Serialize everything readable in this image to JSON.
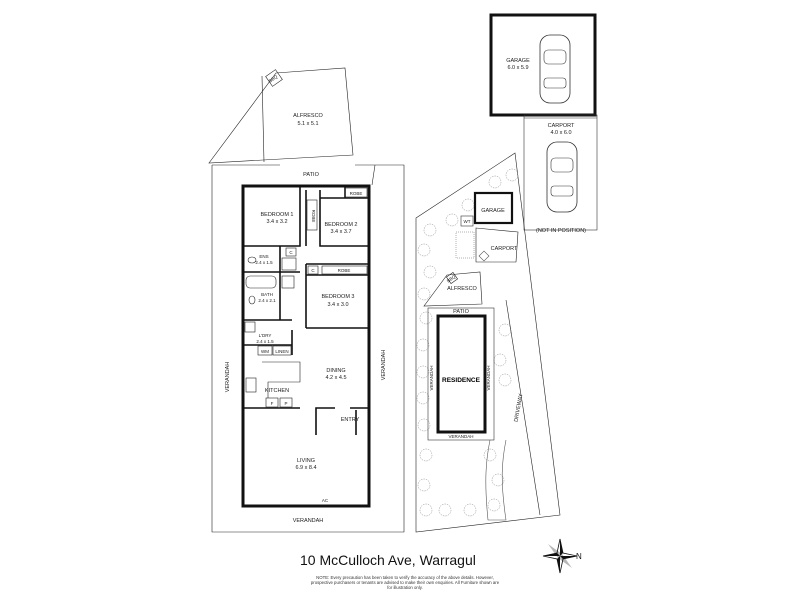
{
  "rooms": {
    "alfresco": {
      "name": "ALFRESCO",
      "size": "5.1 x 5.1"
    },
    "bbq": "BBQ",
    "patio": "PATIO",
    "robe": "ROBE",
    "bedroom1": {
      "name": "BEDROOM 1",
      "size": "3.4 x 3.2"
    },
    "bedroom2": {
      "name": "BEDROOM 2",
      "size": "3.4 x 3.7"
    },
    "ens": {
      "name": "ENS",
      "size": "2.4 x 1.5"
    },
    "c": "C",
    "bath": {
      "name": "BATH",
      "size": "2.4 x 2.1"
    },
    "bedroom3": {
      "name": "BEDROOM 3",
      "size": "3.4 x 3.0"
    },
    "ldry": {
      "name": "L'DRY",
      "size": "2.4 x 1.5"
    },
    "wm": "WM",
    "linen": "LINEN",
    "dining": {
      "name": "DINING",
      "size": "4.2 x 4.5"
    },
    "kitchen": "KITCHEN",
    "fridge": "F",
    "pantry": "P",
    "entry": "ENTRY",
    "living": {
      "name": "LIVING",
      "size": "6.9 x 8.4"
    },
    "ac": "AC",
    "verandah": "VERANDAH"
  },
  "outbuildings": {
    "garage": {
      "name": "GARAGE",
      "size": "6.0 x 5.9"
    },
    "carport": {
      "name": "CARPORT",
      "size": "4.0 x 6.0"
    },
    "not_in_position": "(NOT IN POSITION)"
  },
  "siteplan": {
    "garage": "GARAGE",
    "wt": "WT",
    "carport": "CARPORT",
    "bbq": "BBQ",
    "alfresco": "ALFRESCO",
    "patio": "PATIO",
    "residence": "RESIDENCE",
    "verandah": "VERANDAH",
    "driveway": "DRIVEWAY"
  },
  "footer": {
    "address": "10 McCulloch Ave, Warragul",
    "note": "NOTE: Every precaution has been taken to verify the accuracy of the above details. However, prospective purchasers or tenants are advised to make their own enquiries. All Furniture shown are for illustration only.",
    "north": "N"
  }
}
